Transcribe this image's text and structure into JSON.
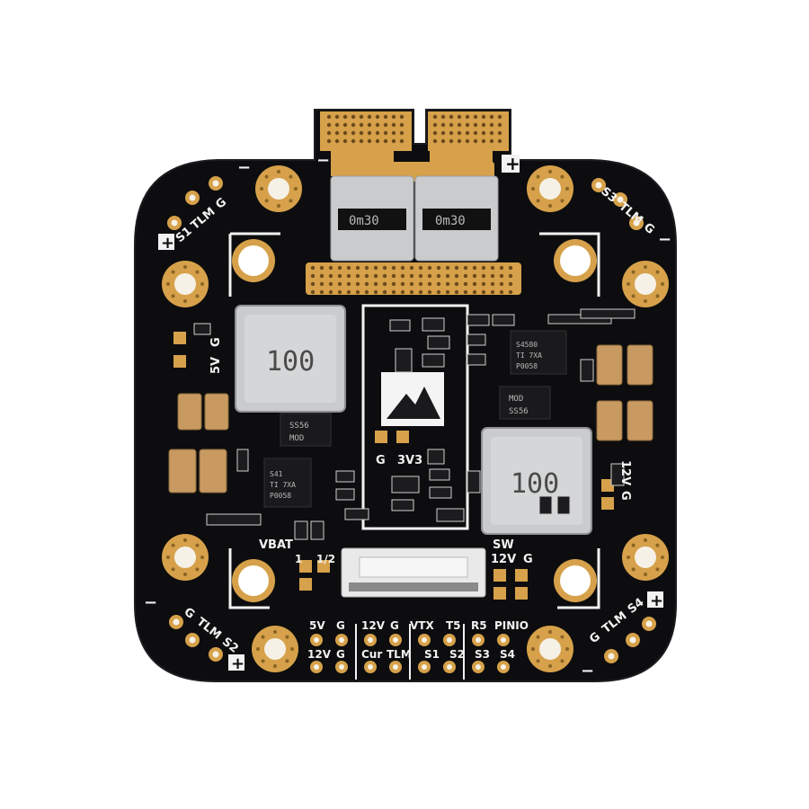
{
  "board": {
    "colors": {
      "pcb": "#0d0d0f",
      "copper": "#d6a14a",
      "silver": "#c9cbcc",
      "silkscreen": "#f2f2f2"
    },
    "shunt_resistors": [
      "0m30",
      "0m30"
    ],
    "inductors": [
      "100",
      "100"
    ],
    "labels": {
      "top_left_motor": [
        "G",
        "TLM",
        "S1"
      ],
      "top_right_motor": [
        "S3",
        "TLM",
        "G"
      ],
      "bottom_left_motor": [
        "G",
        "TLM",
        "S2"
      ],
      "bottom_right_motor": [
        "G",
        "TLM",
        "S4"
      ],
      "left_5v": [
        "G",
        "5V"
      ],
      "right_12v": [
        "G",
        "12V"
      ],
      "center_3v3": [
        "G",
        "3V3"
      ],
      "vbat": "VBAT",
      "divider": [
        "1",
        "1/2"
      ],
      "sw": [
        "SW",
        "12V",
        "G"
      ],
      "header_top": [
        "5V",
        "G",
        "12V",
        "G",
        "VTX",
        "T5",
        "R5",
        "PINIO"
      ],
      "header_bottom": [
        "12V",
        "G",
        "Cur",
        "TLM",
        "S1",
        "S2",
        "S3",
        "S4"
      ],
      "plus": "+",
      "minus": "−"
    },
    "chips": {
      "reg_left_marking": [
        "S41",
        "TI 7XA",
        "P0058"
      ],
      "reg_right_marking": [
        "S4580",
        "TI 7XA",
        "P0058"
      ],
      "diode_marking": "SS56",
      "diode_marking_2": "SS56",
      "diode_marking_3": "MOD"
    },
    "logo_icon": "mountain-logo-icon"
  }
}
